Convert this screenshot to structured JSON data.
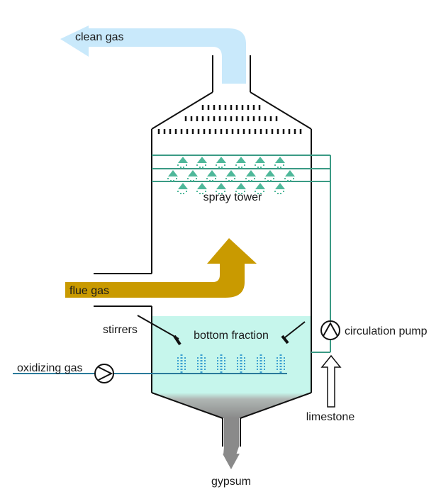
{
  "labels": {
    "clean_gas": "clean gas",
    "spray_tower": "spray tower",
    "flue_gas": "flue gas",
    "stirrers": "stirrers",
    "bottom_fraction": "bottom fraction",
    "circulation_pump": "circulation pump",
    "oxidizing_gas": "oxidizing gas",
    "limestone": "limestone",
    "gypsum": "gypsum"
  },
  "colors": {
    "outline": "#111111",
    "clean_gas_arrow": "#c9e9fb",
    "flue_gas_arrow": "#c99a00",
    "slurry_pipe": "#3a9a84",
    "spray": "#4fb89a",
    "bottom_liquid": "#c6f6ec",
    "oxidizing_line": "#2a7a9a",
    "gypsum_outlet": "#8a8a8a"
  },
  "icons": [
    "pump-icon",
    "compressor-icon",
    "spray-nozzle-icon",
    "stirrer-icon",
    "arrow-icon"
  ]
}
